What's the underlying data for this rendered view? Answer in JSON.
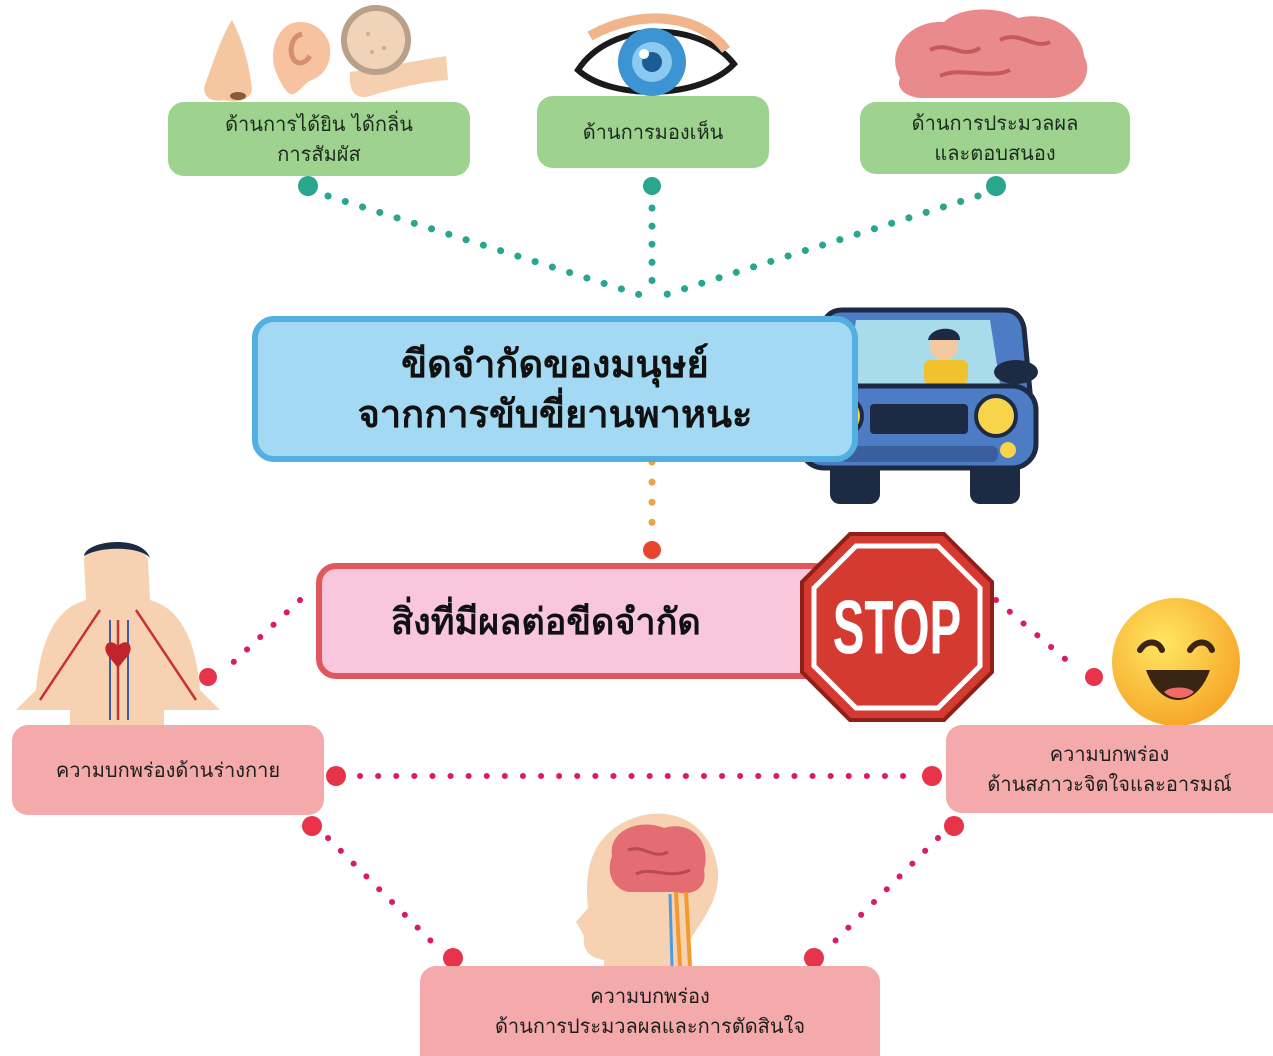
{
  "top_boxes": [
    {
      "line1": "ด้านการได้ยิน ได้กลิ่น",
      "line2": "การสัมผัส"
    },
    {
      "line1": "ด้านการมองเห็น"
    },
    {
      "line1": "ด้านการประมวลผล",
      "line2": "และตอบสนอง"
    }
  ],
  "main_title": {
    "line1": "ขีดจำกัดของมนุษย์",
    "line2": "จากการขับขี่ยานพาหนะ"
  },
  "sub_title": "สิ่งที่มีผลต่อขีดจำกัด",
  "stop_sign": "STOP",
  "bottom_boxes": {
    "physical": "ความบกพร่องด้านร่างกาย",
    "emotional": {
      "line1": "ความบกพร่อง",
      "line2": "ด้านสภาวะจิตใจและอารมณ์"
    },
    "processing": {
      "line1": "ความบกพร่อง",
      "line2": "ด้านการประมวลผลและการตัดสินใจ"
    }
  },
  "colors": {
    "green_box": "#9dd28f",
    "teal_dot": "#2aa58e",
    "title_fill": "#a3d9f2",
    "title_border": "#53aee2",
    "sub_fill": "#f8c7dc",
    "sub_border": "#e0575e",
    "pink_box": "#f4a9ab",
    "magenta_dot": "#d81b6a",
    "orange_dot": "#f0a046",
    "stop_red": "#d43a2f"
  },
  "icons": [
    "nose-icon",
    "ear-icon",
    "hand-skin-icon",
    "eye-icon",
    "brain-icon",
    "car-driver-icon",
    "stop-sign-icon",
    "body-circulatory-icon",
    "smiley-face-icon",
    "head-brain-icon"
  ]
}
